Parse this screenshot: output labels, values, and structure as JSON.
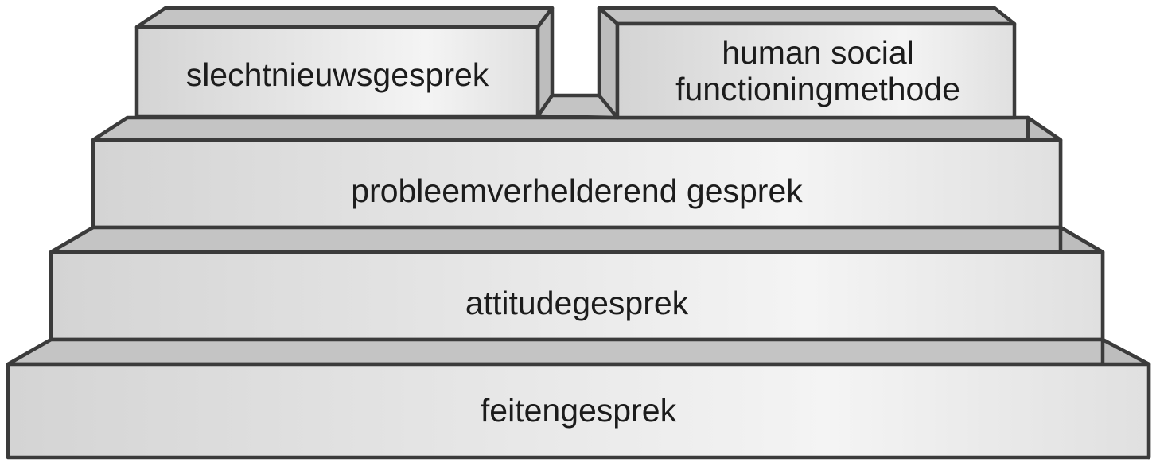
{
  "diagram": {
    "levels": [
      {
        "label": "feitengesprek"
      },
      {
        "label": "attitudegesprek"
      },
      {
        "label": "probleemverhelderend gesprek"
      }
    ],
    "top_blocks": [
      {
        "lines": [
          "slechtnieuwsgesprek"
        ]
      },
      {
        "lines": [
          "human social",
          "functioningmethode"
        ]
      }
    ]
  }
}
